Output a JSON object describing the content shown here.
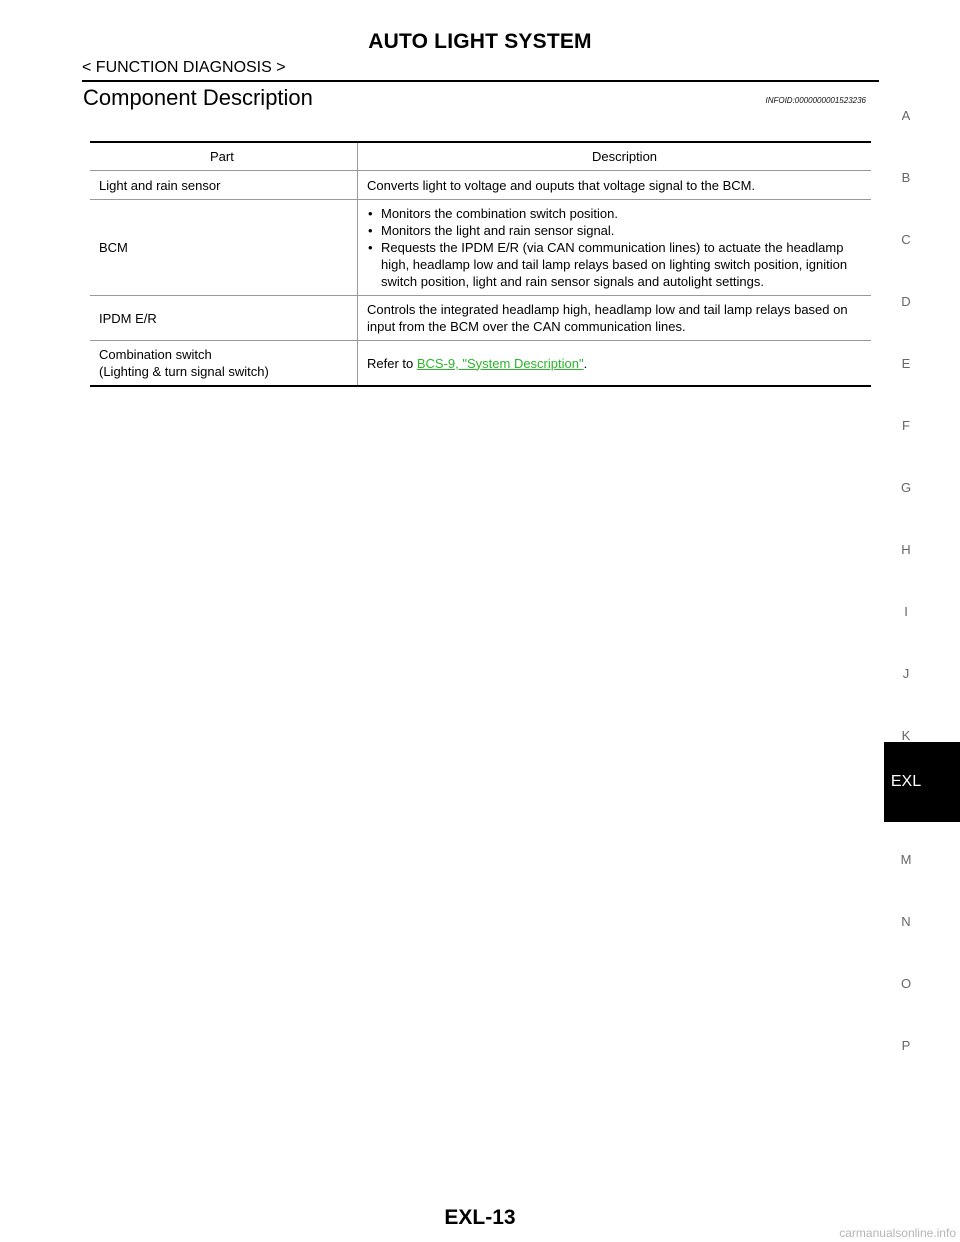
{
  "header": {
    "title": "AUTO LIGHT SYSTEM",
    "section": "< FUNCTION DIAGNOSIS >"
  },
  "section": {
    "heading": "Component Description",
    "info_id": "INFOID:0000000001523236"
  },
  "table": {
    "columns": [
      "Part",
      "Description"
    ],
    "rows": [
      {
        "part": "Light and rain sensor",
        "description": "Converts light to voltage and ouputs that voltage signal to the BCM."
      },
      {
        "part": "BCM",
        "bullets": [
          "Monitors the combination switch position.",
          "Monitors the light and rain sensor signal.",
          "Requests the IPDM E/R (via CAN communication lines) to actuate the headlamp high, headlamp low and tail lamp relays based on lighting switch position, ignition switch position, light and rain sensor signals and autolight settings."
        ]
      },
      {
        "part": "IPDM E/R",
        "description": "Controls the integrated headlamp high, headlamp low and tail lamp relays based on input from the BCM over the CAN communication lines."
      },
      {
        "part_line1": "Combination switch",
        "part_line2": "(Lighting & turn signal switch)",
        "refer_prefix": "Refer to ",
        "refer_link": "BCS-9, \"System Description\"",
        "refer_suffix": "."
      }
    ]
  },
  "side_index": {
    "letters": [
      "A",
      "B",
      "C",
      "D",
      "E",
      "F",
      "G",
      "H",
      "I",
      "J",
      "K",
      "M",
      "N",
      "O",
      "P"
    ],
    "active": "EXL"
  },
  "footer": {
    "page_number": "EXL-13",
    "watermark": "carmanualsonline.info"
  },
  "colors": {
    "link": "#2bb52b",
    "active_tab_bg": "#000000",
    "side_letter": "#666666"
  }
}
